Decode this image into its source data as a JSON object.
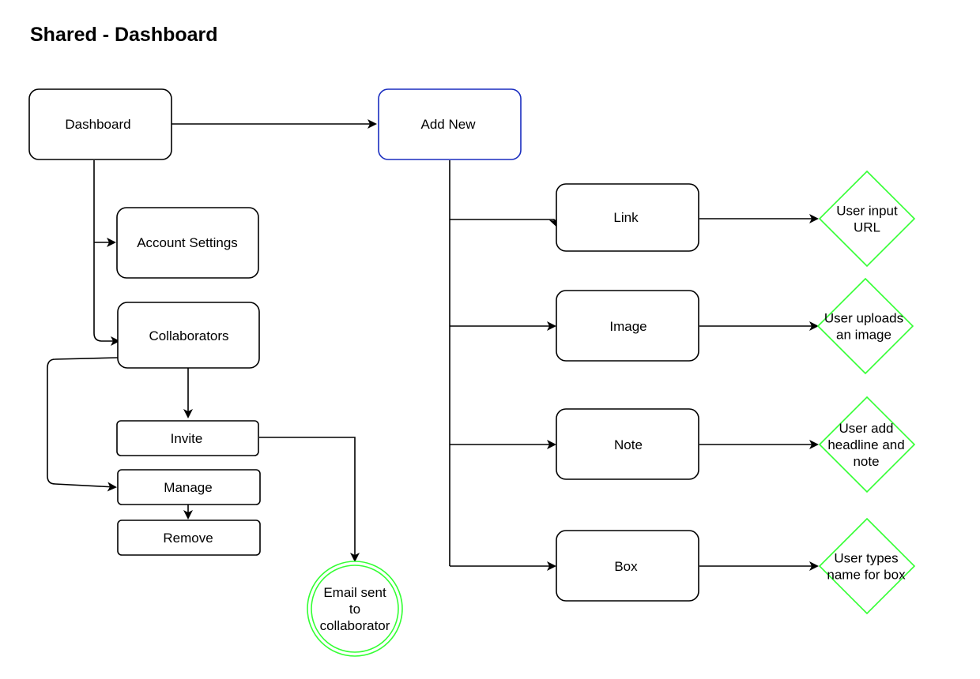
{
  "title": "Shared - Dashboard",
  "colors": {
    "node_border": "#000000",
    "add_new_border": "#1a2dbf",
    "terminal_border": "#33ff33",
    "background": "#ffffff"
  },
  "nodes": {
    "dashboard": {
      "lines": [
        "Dashboard"
      ]
    },
    "add_new": {
      "lines": [
        "Add New"
      ]
    },
    "account_settings": {
      "lines": [
        "Account Settings"
      ]
    },
    "collaborators": {
      "lines": [
        "Collaborators"
      ]
    },
    "invite": {
      "lines": [
        "Invite"
      ]
    },
    "manage": {
      "lines": [
        "Manage"
      ]
    },
    "remove": {
      "lines": [
        "Remove"
      ]
    },
    "email_sent": {
      "lines": [
        "Email sent",
        "to",
        "collaborator"
      ]
    },
    "link": {
      "lines": [
        "Link"
      ]
    },
    "image": {
      "lines": [
        "Image"
      ]
    },
    "note": {
      "lines": [
        "Note"
      ]
    },
    "box": {
      "lines": [
        "Box"
      ]
    },
    "user_input_url": {
      "lines": [
        "User input",
        "URL"
      ]
    },
    "user_uploads_image": {
      "lines": [
        "User uploads",
        "an image"
      ]
    },
    "user_add_headline": {
      "lines": [
        "User add",
        "headline and",
        "note"
      ]
    },
    "user_types_name": {
      "lines": [
        "User types",
        "name for box"
      ]
    }
  }
}
